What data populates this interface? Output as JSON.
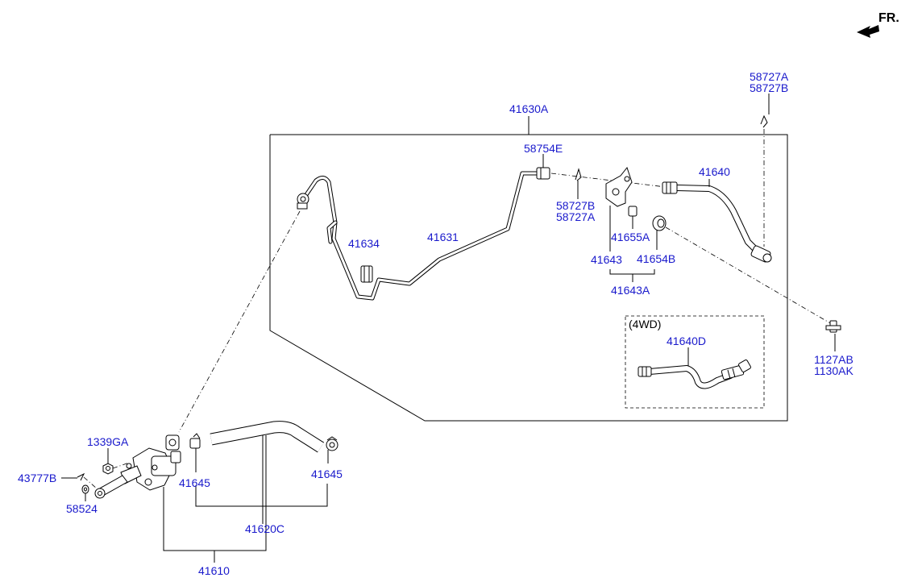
{
  "direction_label": "FR.",
  "callouts": {
    "c_41630A": "41630A",
    "c_58727A_top": "58727A",
    "c_58727B_top": "58727B",
    "c_58754E": "58754E",
    "c_41640": "41640",
    "c_58727B_mid": "58727B",
    "c_58727A_mid": "58727A",
    "c_41634": "41634",
    "c_41631": "41631",
    "c_41655A": "41655A",
    "c_41643": "41643",
    "c_41654B": "41654B",
    "c_41643A": "41643A",
    "c_1127AB": "1127AB",
    "c_1130AK": "1130AK",
    "c_41640D": "41640D",
    "c_1339GA": "1339GA",
    "c_43777B": "43777B",
    "c_58524": "58524",
    "c_41645_left": "41645",
    "c_41645_right": "41645",
    "c_41620C": "41620C",
    "c_41610": "41610"
  },
  "variant_box": {
    "label": "(4WD)"
  },
  "colors": {
    "callout_text": "#1a1acc",
    "linework": "#000000",
    "background": "#ffffff"
  },
  "icons": {
    "direction": "forward-arrow-icon"
  }
}
